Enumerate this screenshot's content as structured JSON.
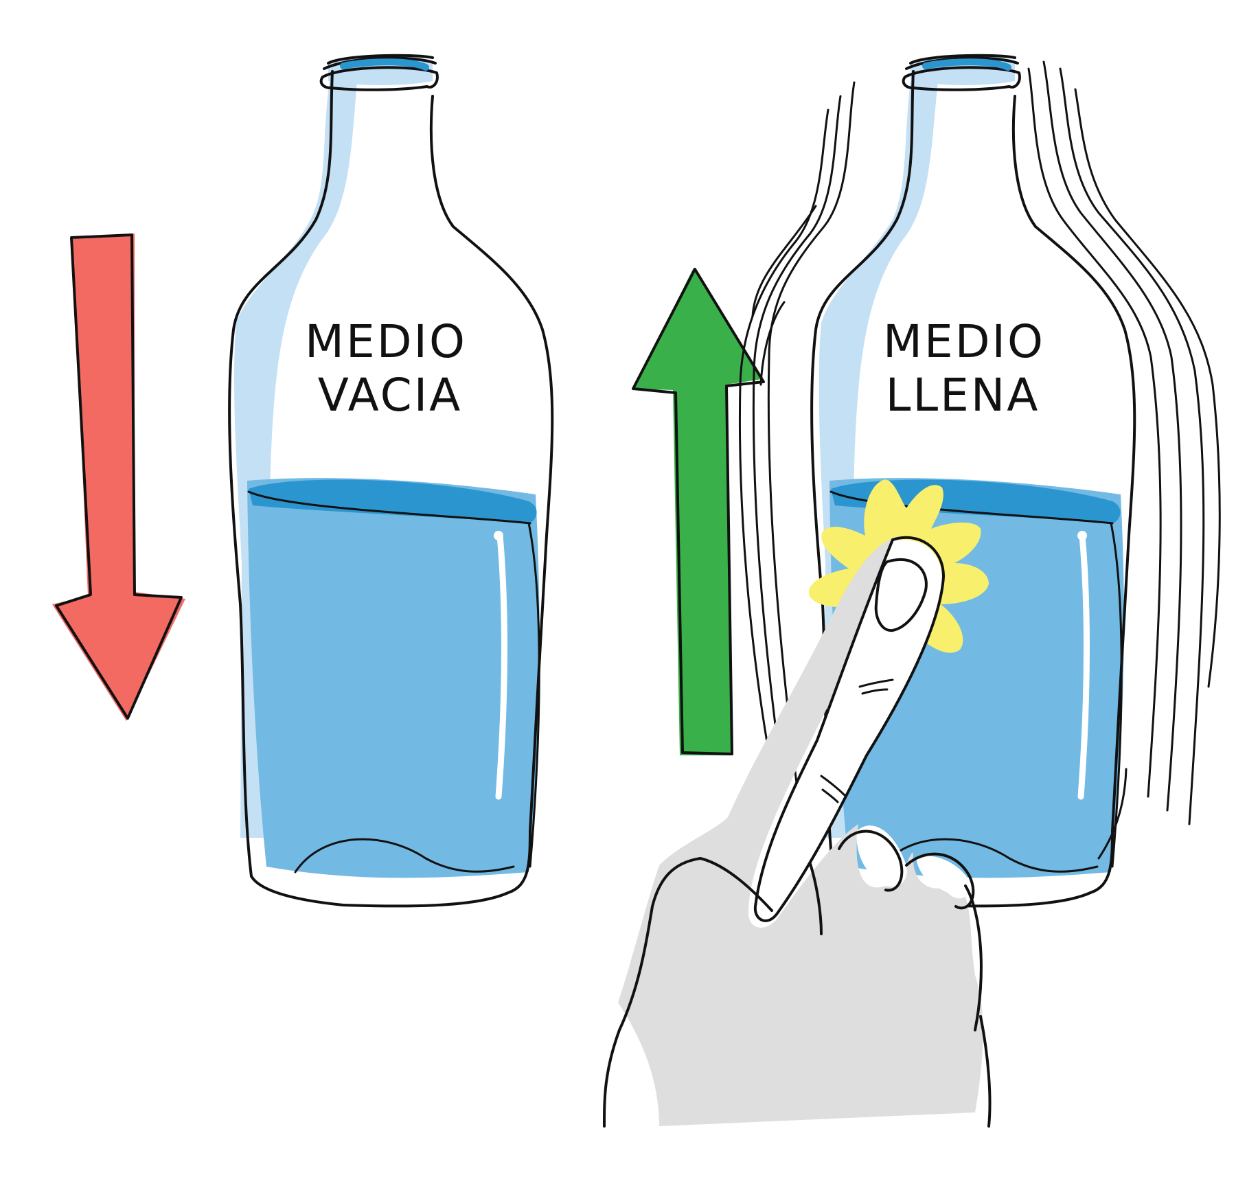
{
  "illustration": {
    "left_bottle": {
      "label_line1": "MEDIO",
      "label_line2": "VACIA",
      "water_level_fraction": 0.5
    },
    "right_bottle": {
      "label_line1": "MEDIO",
      "label_line2": "LLENA",
      "water_level_fraction": 0.5
    },
    "arrows": {
      "left": {
        "direction": "down",
        "color": "#f26a62"
      },
      "right": {
        "direction": "up",
        "color": "#3ab04a"
      }
    },
    "colors": {
      "water": "#72b9e3",
      "water_surface": "#2a95cf",
      "glass_tint": "#c4e0f5",
      "highlight_burst": "#f8f06c",
      "hand_shadow": "#dedede",
      "outline": "#111111"
    },
    "icons": [
      "arrow-down-icon",
      "arrow-up-icon",
      "bottle-icon",
      "pointing-hand-icon",
      "vibration-lines-icon"
    ]
  }
}
